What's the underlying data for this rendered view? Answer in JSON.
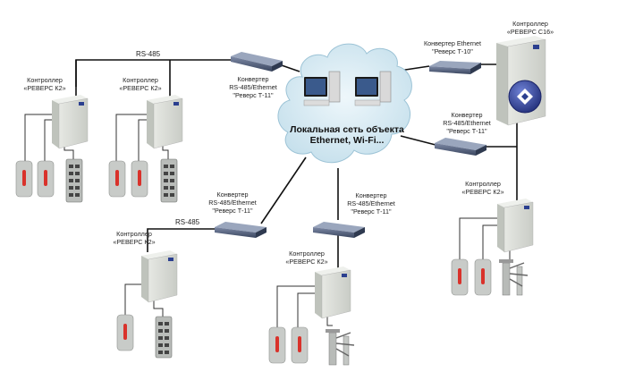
{
  "network": {
    "cloud_line1": "Локальная сеть объекта",
    "cloud_line2": "Ethernet, Wi-Fi..."
  },
  "buses": {
    "rs485_top": "RS-485",
    "rs485_mid": "RS-485"
  },
  "converters": {
    "top_left": {
      "line1": "Конвертер",
      "line2": "RS-485/Ethernet",
      "line3": "\"Реверс Т-11\""
    },
    "top_right": {
      "line1": "Конвертер Ethernet",
      "line2": "\"Реверс Т-10\""
    },
    "right_mid": {
      "line1": "Конвертер",
      "line2": "RS-485/Ethernet",
      "line3": "\"Реверс Т-11\""
    },
    "center_left": {
      "line1": "Конвертер",
      "line2": "RS-485/Ethernet",
      "line3": "\"Реверс Т-11\""
    },
    "center": {
      "line1": "Конвертер",
      "line2": "RS-485/Ethernet",
      "line3": "\"Реверс Т-11\""
    }
  },
  "controllers": {
    "c16": {
      "line1": "Контроллер",
      "line2": "«РЕВЕРС С16»"
    },
    "k2_top_left": {
      "line1": "Контроллер",
      "line2": "«РЕВЕРС К2»"
    },
    "k2_top_mid": {
      "line1": "Контроллер",
      "line2": "«РЕВЕРС К2»"
    },
    "k2_bottom_left": {
      "line1": "Контроллер",
      "line2": "«РЕВЕРС К2»"
    },
    "k2_bottom_center": {
      "line1": "Контроллер",
      "line2": "«РЕВЕРС К2»"
    },
    "k2_right": {
      "line1": "Контроллер",
      "line2": "«РЕВЕРС К2»"
    }
  },
  "colors": {
    "cabinet": "#d9dcd6",
    "converter": "#4d5a75",
    "cloud": "#cfe6f0",
    "reader_led": "#d9322b",
    "badge": "#2b3f8f"
  }
}
